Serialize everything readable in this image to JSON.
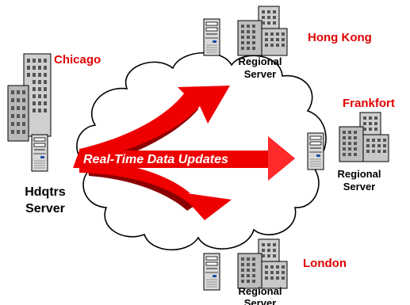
{
  "diagram": {
    "banner": "Real-Time Data Updates",
    "headquarters": {
      "city": "Chicago",
      "server_line1": "Hdqtrs",
      "server_line2": "Server"
    },
    "regions": [
      {
        "city": "Hong Kong",
        "server_line1": "Regional",
        "server_line2": "Server"
      },
      {
        "city": "Frankfort",
        "server_line1": "Regional",
        "server_line2": "Server"
      },
      {
        "city": "London",
        "server_line1": "Regional",
        "server_line2": "Server"
      }
    ]
  },
  "colors": {
    "arrow": "#ee0000",
    "arrow_shadow": "#8b0000",
    "city_label": "#e00000",
    "banner_text": "#ffffff"
  },
  "icons": [
    "office-building-icon",
    "server-tower-icon",
    "cloud-shape",
    "arrow-icon"
  ]
}
